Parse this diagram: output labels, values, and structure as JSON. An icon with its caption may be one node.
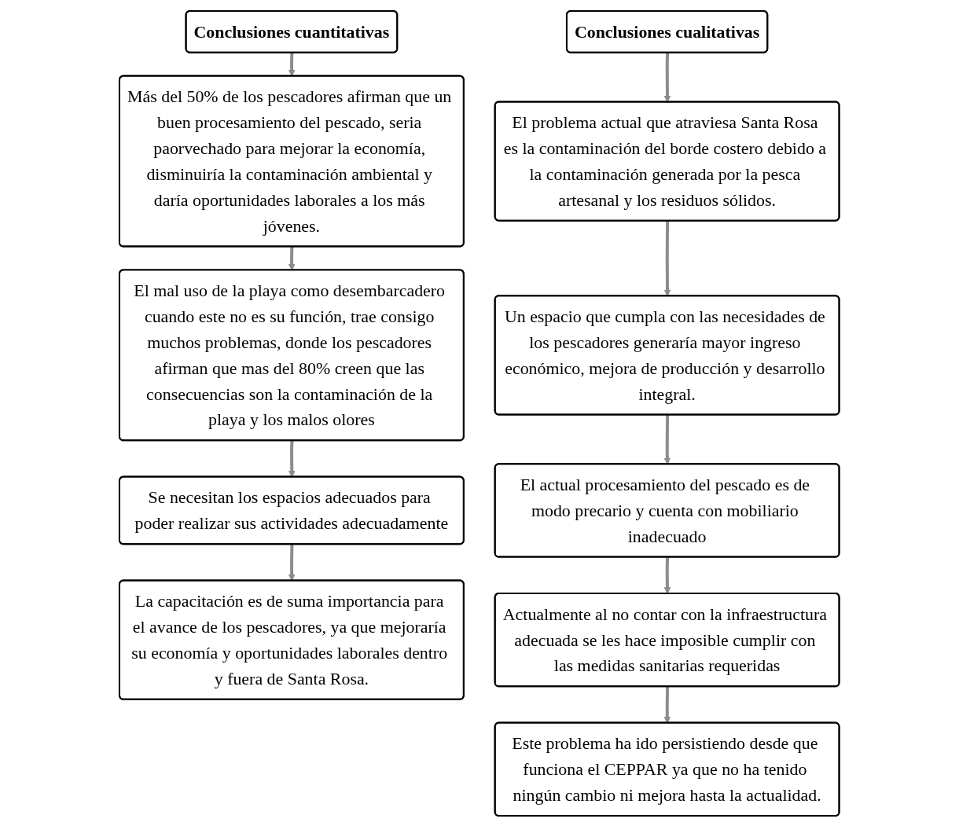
{
  "diagram": {
    "nodes": [
      {
        "text": [
          "Conclusiones cuantitativas"
        ]
      },
      {
        "text": [
          "Más del 50% de los pescadores afirman que un buen procesamiento del pescado, seria paorvechado para mejorar la economía, disminuiría la contaminación ambiental y daría oportunidades laborales a los más jóvenes."
        ]
      },
      {
        "text": [
          "El mal uso de la playa como desembarcadero cuando este no es su función, trae consigo muchos problemas, donde los pescadores afirman que mas del 80% creen que las consecuencias son la contaminación de la playa y los malos olores"
        ]
      },
      {
        "text": [
          "Se necesitan los espacios adecuados para poder realizar sus actividades adecuadamente"
        ]
      },
      {
        "text": [
          "La capacitación es de suma importancia para el avance de los pescadores, ya que mejoraría su economía y oportunidades laborales dentro y fuera de Santa Rosa."
        ]
      },
      {
        "text": [
          "Conclusiones cualitativas"
        ]
      },
      {
        "text": [
          "El problema actual que atraviesa Santa Rosa es la contaminación del borde costero debido a la contaminación generada por la pesca artesanal y los residuos sólidos."
        ]
      },
      {
        "text": [
          "Un espacio que cumpla con las necesidades de los pescadores generaría mayor ingreso económico, mejora de producción y desarrollo integral."
        ]
      },
      {
        "text": [
          "El actual procesamiento del pescado es de modo precario y cuenta con mobiliario inadecuado"
        ]
      },
      {
        "text": [
          "Actualmente al no contar con la infraestructura adecuada se les hace imposible cumplir con las medidas sanitarias requeridas"
        ]
      },
      {
        "text": [
          "Este problema ha ido persistiendo desde que funciona el CEPPAR ya que no ha tenido ningún cambio ni mejora hasta la actualidad."
        ]
      }
    ],
    "edges": [
      {
        "from": 0,
        "to": 1,
        "arrow": "to"
      },
      {
        "from": 1,
        "to": 2,
        "arrow": "to"
      },
      {
        "from": 2,
        "to": 3,
        "arrow": "to"
      },
      {
        "from": 3,
        "to": 4,
        "arrow": "to"
      },
      {
        "from": 5,
        "to": 6,
        "arrow": "to"
      },
      {
        "from": 6,
        "to": 7,
        "arrow": "to"
      },
      {
        "from": 7,
        "to": 8,
        "arrow": "to"
      },
      {
        "from": 8,
        "to": 9,
        "arrow": "to"
      },
      {
        "from": 9,
        "to": 10,
        "arrow": "to"
      }
    ]
  }
}
